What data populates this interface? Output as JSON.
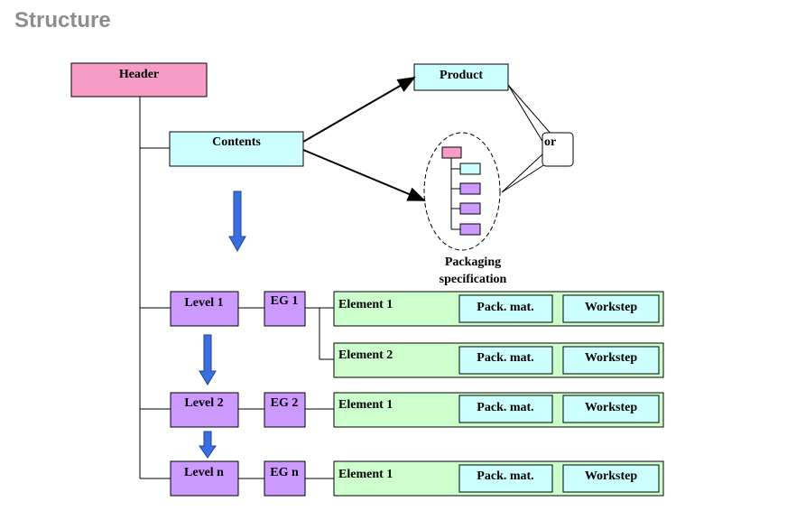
{
  "page": {
    "title": "Structure"
  },
  "diagram": {
    "header": "Header",
    "contents": "Contents",
    "product": "Product",
    "or_label": "or",
    "packaging_spec": [
      "Packaging",
      "specification"
    ],
    "levels": [
      {
        "level": "Level 1",
        "eg": "EG 1",
        "elements": [
          "Element 1",
          "Element 2"
        ]
      },
      {
        "level": "Level 2",
        "eg": "EG 2",
        "elements": [
          "Element 1"
        ]
      },
      {
        "level": "Level n",
        "eg": "EG n",
        "elements": [
          "Element 1"
        ]
      }
    ],
    "pack_mat": "Pack. mat.",
    "workstep": "Workstep",
    "colors": {
      "header": "#f69cc7",
      "contents": "#ccffff",
      "level": "#cc99ff",
      "element": "#ccffcc",
      "arrow": "#3a6fe0"
    }
  }
}
